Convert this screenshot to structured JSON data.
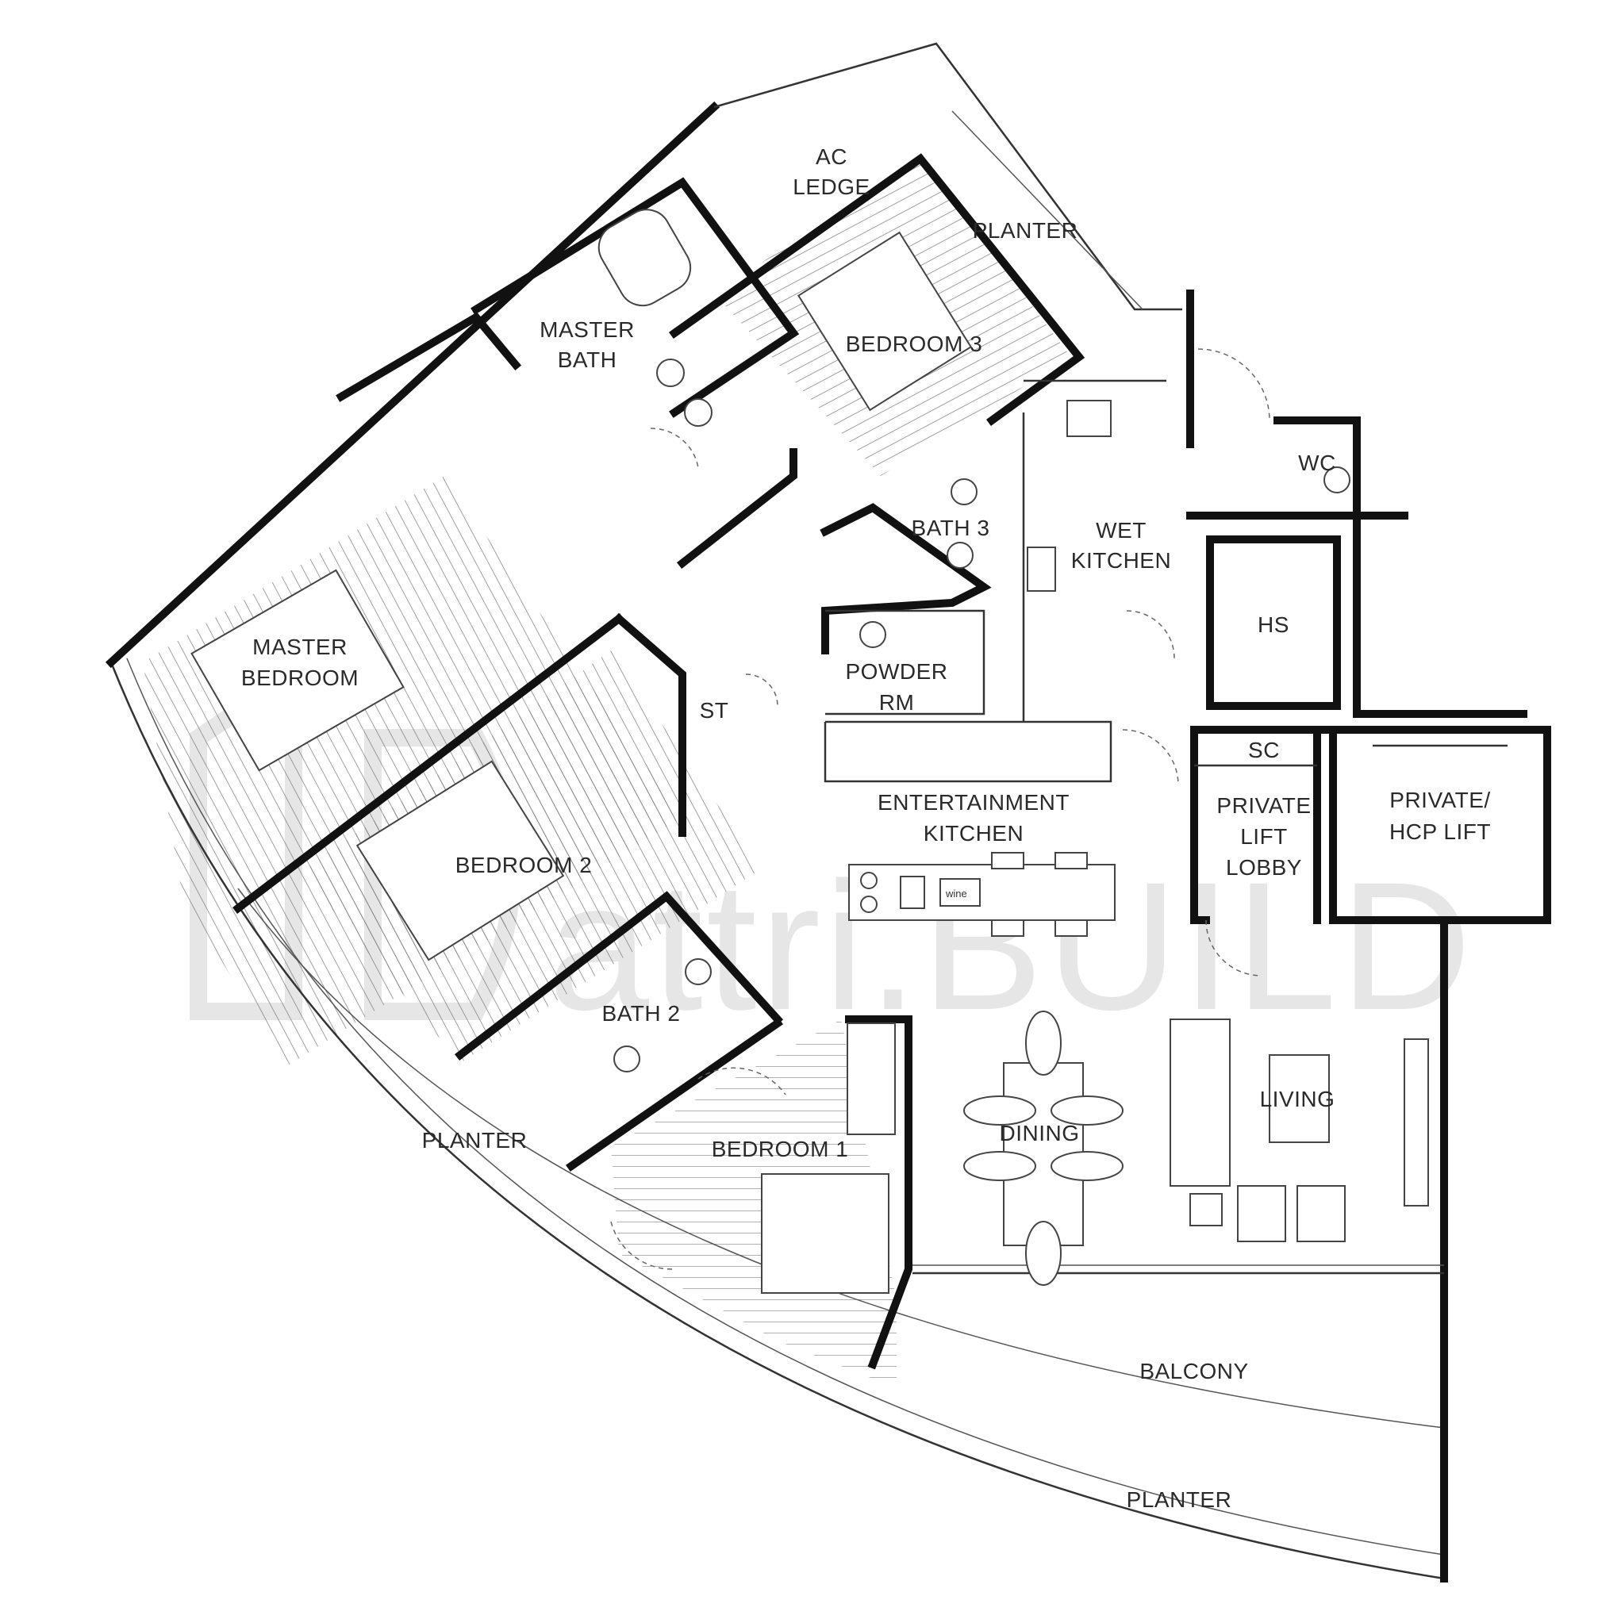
{
  "plan": {
    "rooms": {
      "ac_ledge": [
        "AC",
        "LEDGE"
      ],
      "planter_top": "PLANTER",
      "master_bath": [
        "MASTER",
        "BATH"
      ],
      "bedroom_3": "BEDROOM 3",
      "wc": "WC",
      "bath_3": "BATH 3",
      "wet_kitchen": [
        "WET",
        "KITCHEN"
      ],
      "hs": "HS",
      "master_bedroom": [
        "MASTER",
        "BEDROOM"
      ],
      "powder_rm": [
        "POWDER",
        "RM"
      ],
      "st": "ST",
      "sc": "SC",
      "private_lift_lobby": [
        "PRIVATE",
        "LIFT",
        "LOBBY"
      ],
      "private_hcp_lift": [
        "PRIVATE/",
        "HCP LIFT"
      ],
      "entertainment_kitchen": [
        "ENTERTAINMENT",
        "KITCHEN"
      ],
      "bedroom_2": "BEDROOM 2",
      "bath_2": "BATH 2",
      "dining": "DINING",
      "living": "LIVING",
      "planter_left": "PLANTER",
      "bedroom_1": "BEDROOM 1",
      "balcony": "BALCONY",
      "planter_bottom": "PLANTER"
    },
    "fixtures": {
      "wine_label": "wine"
    },
    "watermark": "attri.BUILD"
  }
}
